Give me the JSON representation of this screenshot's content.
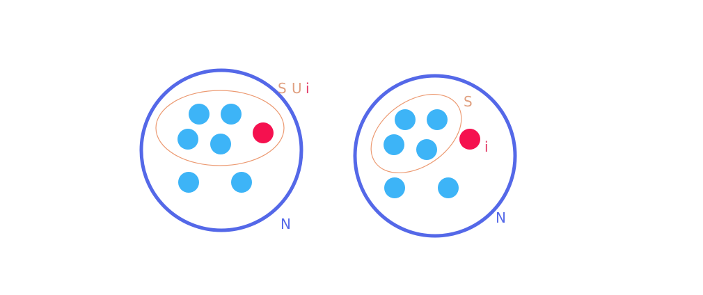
{
  "colors": {
    "set_outline": "#5468e8",
    "subset_outline": "#ec9a72",
    "element": "#3db4f7",
    "highlight": "#f5114f",
    "set_label": "#5468e8",
    "subset_label": "#e0a080",
    "highlight_label": "#e23a66"
  },
  "left": {
    "set_label": "N",
    "subset_label_s": "S",
    "subset_label_union": "U",
    "subset_label_i": "i",
    "elements_in_subset": 4,
    "elements_outside_subset": 2,
    "highlight_in_subset": true
  },
  "right": {
    "set_label": "N",
    "subset_label": "S",
    "highlight_label": "i",
    "elements_in_subset": 4,
    "elements_outside_subset": 2,
    "highlight_in_subset": false
  }
}
